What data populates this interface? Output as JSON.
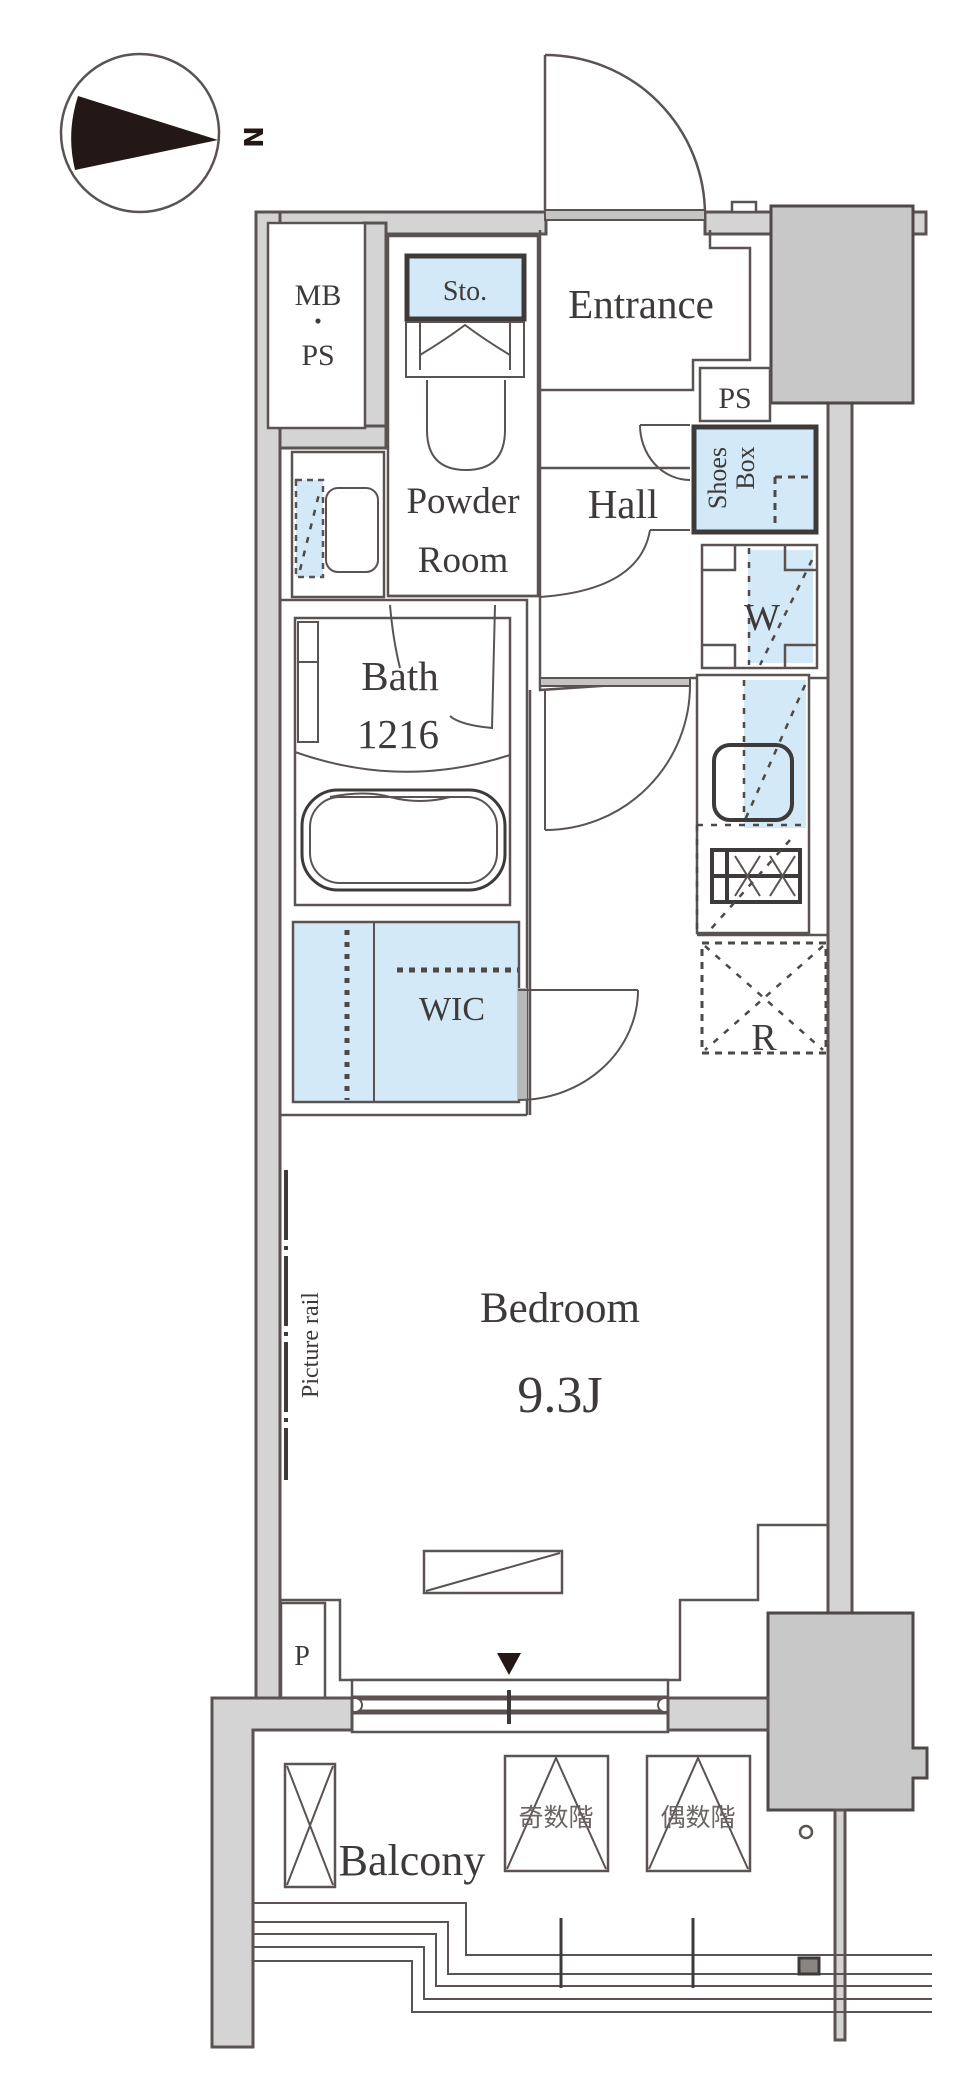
{
  "floor_plan": {
    "compass": {
      "label": "N",
      "direction": "east"
    },
    "rooms": {
      "mb_ps": {
        "line1": "MB",
        "dot": "・",
        "line2": "PS"
      },
      "storage": "Sto.",
      "entrance": "Entrance",
      "ps_top": "PS",
      "shoes_box": {
        "line1": "Shoes",
        "line2": "Box"
      },
      "powder_room": {
        "line1": "Powder",
        "line2": "Room"
      },
      "hall": "Hall",
      "washer": "W",
      "bath": {
        "line1": "Bath",
        "line2": "1216"
      },
      "wic": "WIC",
      "refrigerator": "R",
      "bedroom": {
        "name": "Bedroom",
        "size": "9.3J"
      },
      "picture_rail": "Picture rail",
      "pipe_space": "P",
      "balcony": "Balcony",
      "hatch_odd": "奇数階",
      "hatch_even": "偶数階"
    },
    "colors": {
      "wall_fill": "#d4d4d4",
      "pillar_fill": "#c8c8c8",
      "line": "#5a5352",
      "storage_blue": "#d3e9f7",
      "text": "#3e3a39"
    }
  }
}
